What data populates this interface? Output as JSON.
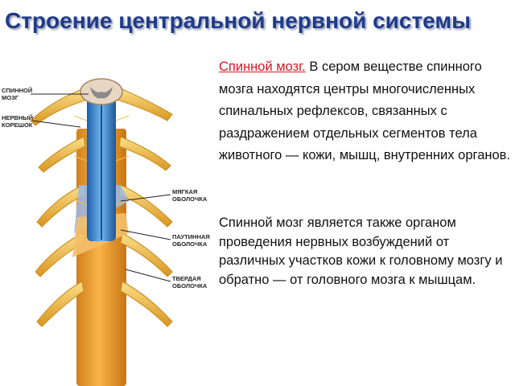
{
  "slide": {
    "title": "Строение центральной нервной системы",
    "paragraph1": {
      "term": "Спинной мозг.",
      "text": " В сером веществе спинного мозга находятся центры многочисленных спинальных рефлексов, связанных с раздражением отдельных сегментов тела животного — кожи, мышц, внутренних органов."
    },
    "paragraph2": "Спинной мозг является также органом проведения нервных возбуждений от различных участков кожи к головному мозгу и обратно — от головного мозга к мышцам."
  },
  "figure": {
    "labels": {
      "spinal_cord": "СПИННОЙ\nМОЗГ",
      "nerve_root": "НЕРВНЫЙ\nКОРЕШОК",
      "pia_mater": "МЯГКАЯ\nОБОЛОЧКА",
      "arachnoid": "ПАУТИННАЯ\nОБОЛОЧКА",
      "dura_mater": "ТВЕРДАЯ\nОБОЛОЧКА"
    }
  },
  "colors": {
    "title": "#1f3a8a",
    "term": "#e0141e",
    "dura": "#f2a23a",
    "cord": "#3b8fd9",
    "nerves": "#f6c24e",
    "grey_matter": "#8a8a8a"
  }
}
